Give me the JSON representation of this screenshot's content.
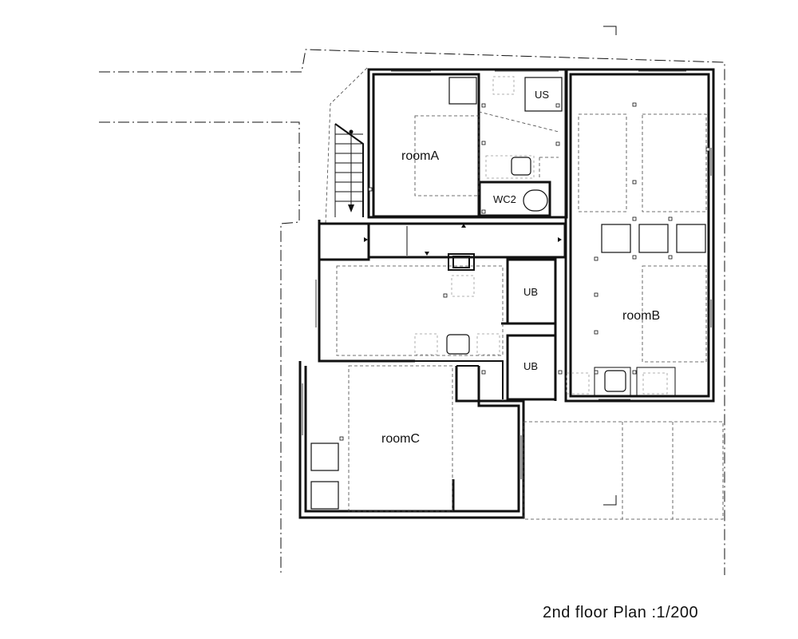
{
  "rooms": {
    "room_a": "roomA",
    "room_b": "roomB",
    "room_c": "roomC"
  },
  "fixtures": {
    "us": "US",
    "wc2": "WC2",
    "ub_upper": "UB",
    "ub_lower": "UB"
  },
  "caption": "2nd floor Plan :1/200"
}
